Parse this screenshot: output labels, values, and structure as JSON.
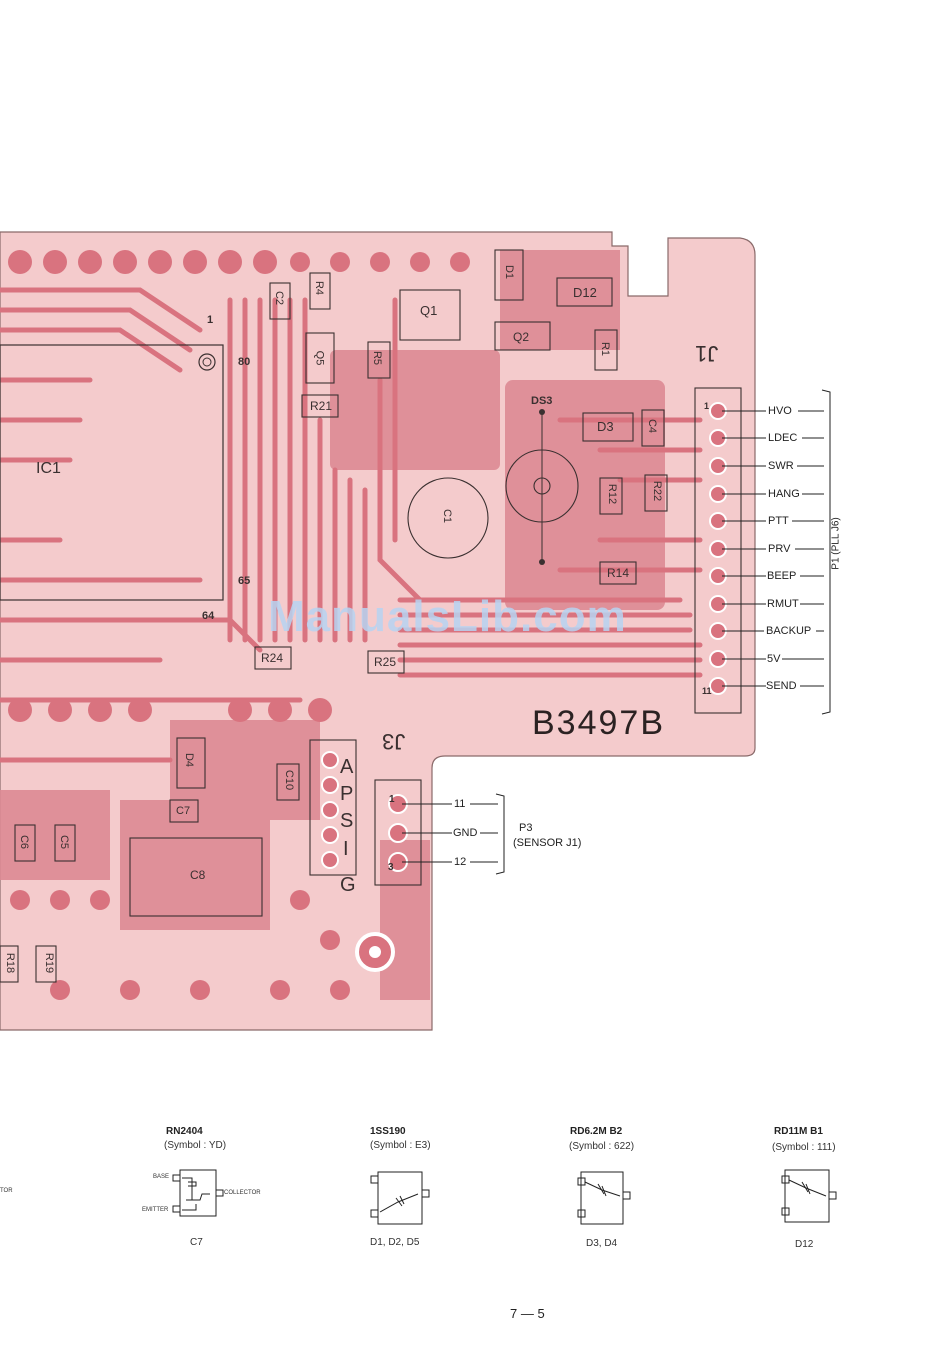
{
  "colors": {
    "board": "#f4cbcc",
    "copper": "#d9737f",
    "copper_dark": "#c45462",
    "ink": "#222222",
    "watermark": "#b8d4f2"
  },
  "board": {
    "code": "B3497B",
    "ic1": {
      "label": "IC1",
      "pin_1": "1",
      "pin_80": "80",
      "pin_65": "65",
      "pin_64": "64"
    },
    "components": [
      "C2",
      "R4",
      "Q1",
      "D1",
      "D12",
      "Q2",
      "R1",
      "Q5",
      "R5",
      "R21",
      "DS3",
      "D3",
      "C4",
      "C1",
      "R12",
      "R22",
      "R14",
      "R24",
      "R25",
      "D4",
      "C10",
      "C7",
      "C6",
      "C5",
      "C8",
      "R18",
      "R19"
    ],
    "j1": {
      "label": "J1",
      "pin_first": "1",
      "pin_last": "11"
    },
    "j3": {
      "label": "J3",
      "side_label": [
        "A",
        "P",
        "S",
        "I",
        "G"
      ],
      "pin_first": "1",
      "pin_last": "3"
    }
  },
  "connector_p1": {
    "label": "P1 (PLL J6)",
    "signals": [
      "HVO",
      "LDEC",
      "SWR",
      "HANG",
      "PTT",
      "PRV",
      "BEEP",
      "RMUT",
      "BACKUP",
      "5V",
      "SEND"
    ]
  },
  "connector_p3": {
    "label_line1": "P3",
    "label_line2": "(SENSOR J1)",
    "signals": [
      "11",
      "GND",
      "12"
    ]
  },
  "parts": [
    {
      "name": "RN2404",
      "symbol": "(Symbol : YD)",
      "refs": "C7",
      "pins": [
        "BASE",
        "COLLECTOR",
        "EMITTER"
      ]
    },
    {
      "name": "1SS190",
      "symbol": "(Symbol : E3)",
      "refs": "D1, D2, D5"
    },
    {
      "name": "RD6.2M  B2",
      "symbol": "(Symbol : 622)",
      "refs": "D3, D4"
    },
    {
      "name": "RD11M  B1",
      "symbol": "(Symbol : 111)",
      "refs": "D12"
    }
  ],
  "cut_label": "TOR",
  "watermark": "ManualsLib.com",
  "page_number": "7 — 5"
}
